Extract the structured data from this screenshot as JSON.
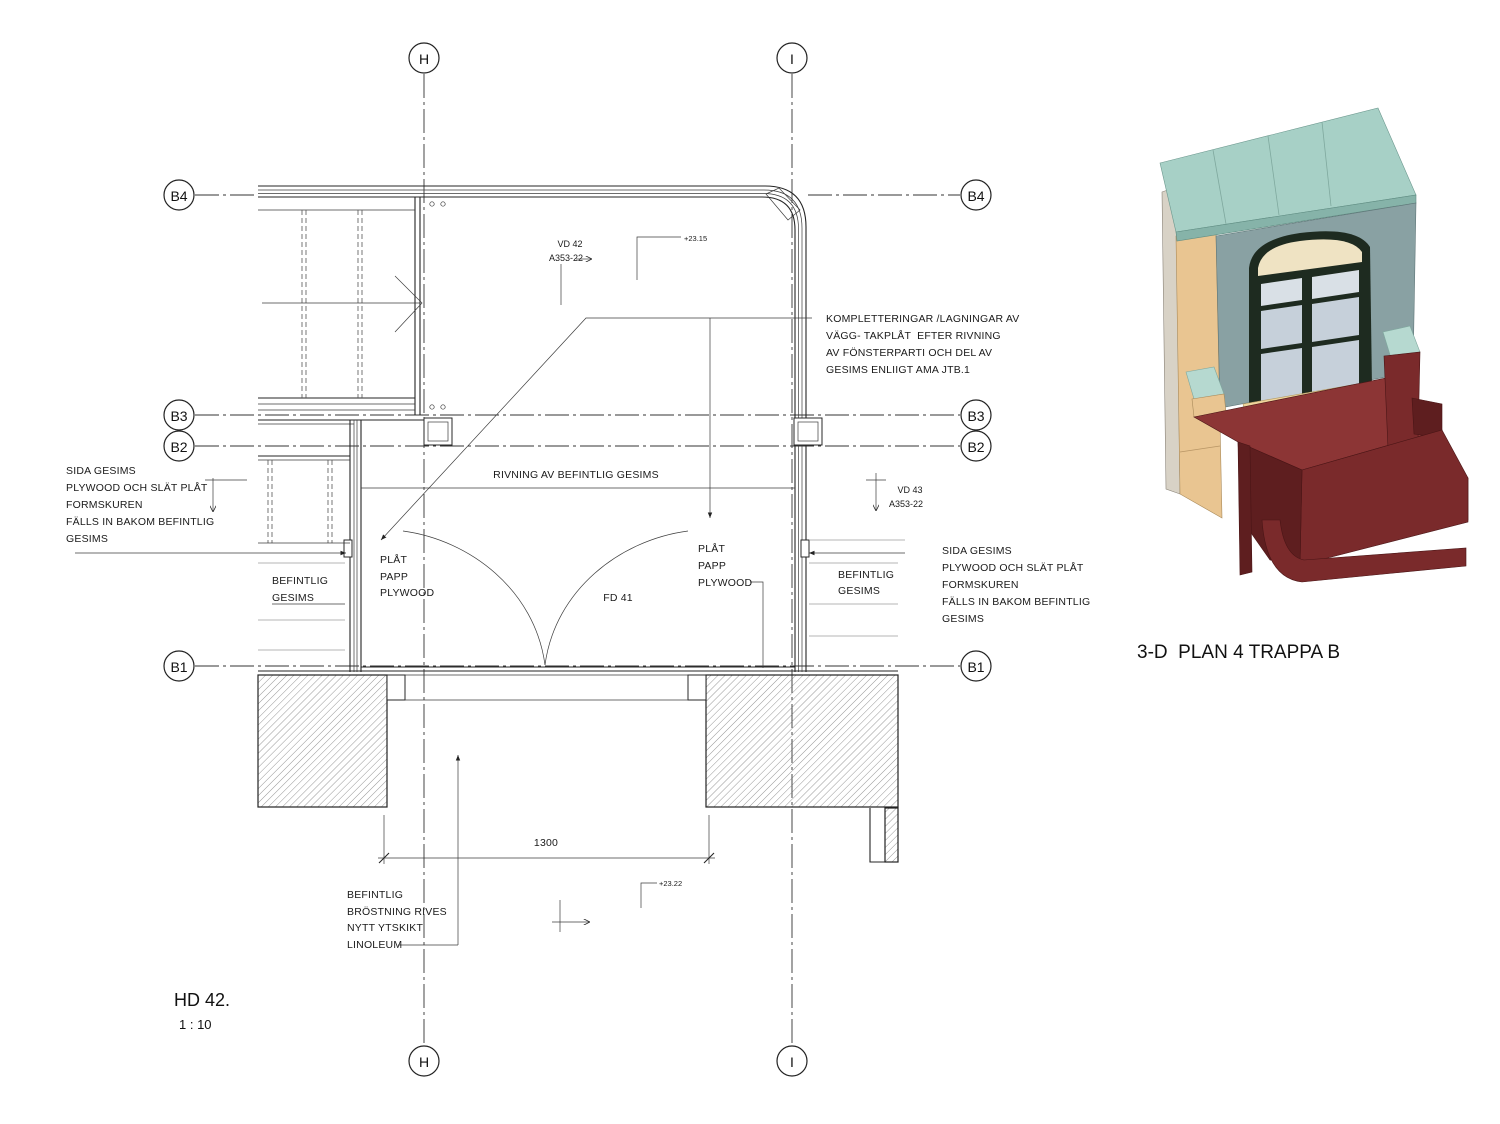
{
  "drawing": {
    "title": "HD 42.",
    "scale": "1 : 10"
  },
  "grid": {
    "h": "H",
    "i": "I",
    "b4": "B4",
    "b3": "B3",
    "b2": "B2",
    "b1": "B1"
  },
  "annotations": {
    "top_note": [
      "KOMPLETTERINGAR /LAGNINGAR AV",
      "VÄGG- TAKPLÅT  EFTER RIVNING",
      "AV FÖNSTERPARTI OCH DEL AV",
      "GESIMS ENLIIGT AMA JTB.1"
    ],
    "demolition": "RIVNING AV BEFINTLIG GESIMS",
    "left_side_cornice": [
      "SIDA GESIMS",
      "PLYWOOD OCH SLÄT PLÅT",
      "FORMSKUREN",
      "FÄLLS IN BAKOM BEFINTLIG",
      "GESIMS"
    ],
    "right_side_cornice": [
      "SIDA GESIMS",
      "PLYWOOD OCH SLÄT PLÅT",
      "FORMSKUREN",
      "FÄLLS IN BAKOM BEFINTLIG",
      "GESIMS"
    ],
    "left_existing": [
      "BEFINTLIG",
      "GESIMS"
    ],
    "right_existing": [
      "BEFINTLIG",
      "GESIMS"
    ],
    "left_layers": [
      "PLÅT",
      "PAPP",
      "PLYWOOD"
    ],
    "right_layers": [
      "PLÅT",
      "PAPP",
      "PLYWOOD"
    ],
    "door": "FD 41",
    "floor_note": [
      "BEFINTLIG",
      "BRÖSTNING RIVES",
      "NYTT YTSKIKT",
      "LINOLEUM"
    ]
  },
  "dimension": "1300",
  "levels": {
    "upper": "+23.15",
    "lower": "+23.22"
  },
  "section_refs": {
    "vd42": {
      "id": "VD 42",
      "sheet": "A353-22"
    },
    "vd43": {
      "id": "VD 43",
      "sheet": "A353-22"
    }
  },
  "render_3d": {
    "caption": "3-D  PLAN 4 TRAPPA B"
  },
  "colors": {
    "roof": "#a7d0c6",
    "fascia": "#86b3a9",
    "wall": "#89a1a3",
    "frame": "#1e2b20",
    "arch": "#efe3c3",
    "glass": "#c6d0da",
    "glass_light": "#d9e0e6",
    "sill": "#efd59c",
    "beige": "#e9c591",
    "side_strip": "#d8d2c6",
    "cap": "#b6d9d0",
    "bracket_top": "#8c3535",
    "bracket": "#7a2a2b",
    "bracket_dark": "#5e1e1f"
  }
}
